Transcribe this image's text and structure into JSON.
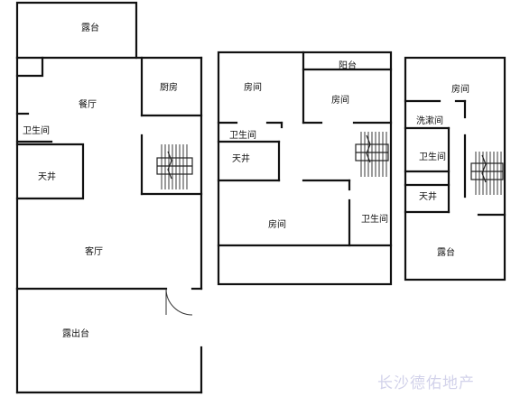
{
  "floor1": {
    "terrace_top": "露台",
    "dining": "餐厅",
    "kitchen": "厨房",
    "bathroom": "卫生间",
    "skywell": "天井",
    "living": "客厅",
    "outdoor_terrace": "露出台"
  },
  "floor2": {
    "balcony": "阳台",
    "room_left": "房间",
    "room_right": "房间",
    "bathroom_left": "卫生间",
    "skywell": "天井",
    "room_bottom": "房间",
    "bathroom_right": "卫生间"
  },
  "floor3": {
    "room": "房间",
    "laundry": "洗漱间",
    "bathroom": "卫生间",
    "skywell": "天井",
    "terrace": "露台"
  },
  "watermark": "长沙德佑地产"
}
